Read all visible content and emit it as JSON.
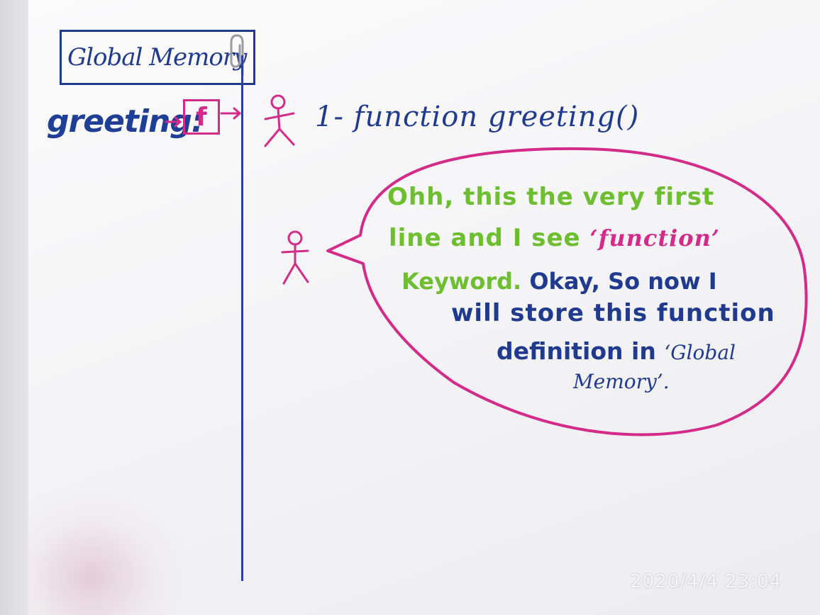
{
  "global_memory": {
    "title": "Global Memory",
    "variable_label": "greeting:",
    "function_symbol": "f"
  },
  "code": {
    "line": "1- function greeting()"
  },
  "thought_bubble": {
    "line1": "Ohh, this the very first",
    "line2_start": "line and I see ",
    "line2_keyword": "‘function’",
    "line3_keyword": "Keyword.",
    "line3_rest": " Okay, So now I",
    "line4": "will store this function",
    "line5_start": "definition in ",
    "line5_quote": "‘Global",
    "line6": "Memory’."
  },
  "timestamp": "2020/4/4  23:04",
  "colors": {
    "ink_blue": "#1f3a8f",
    "ink_pink": "#d42a8a",
    "ink_green": "#6dbf2f"
  }
}
